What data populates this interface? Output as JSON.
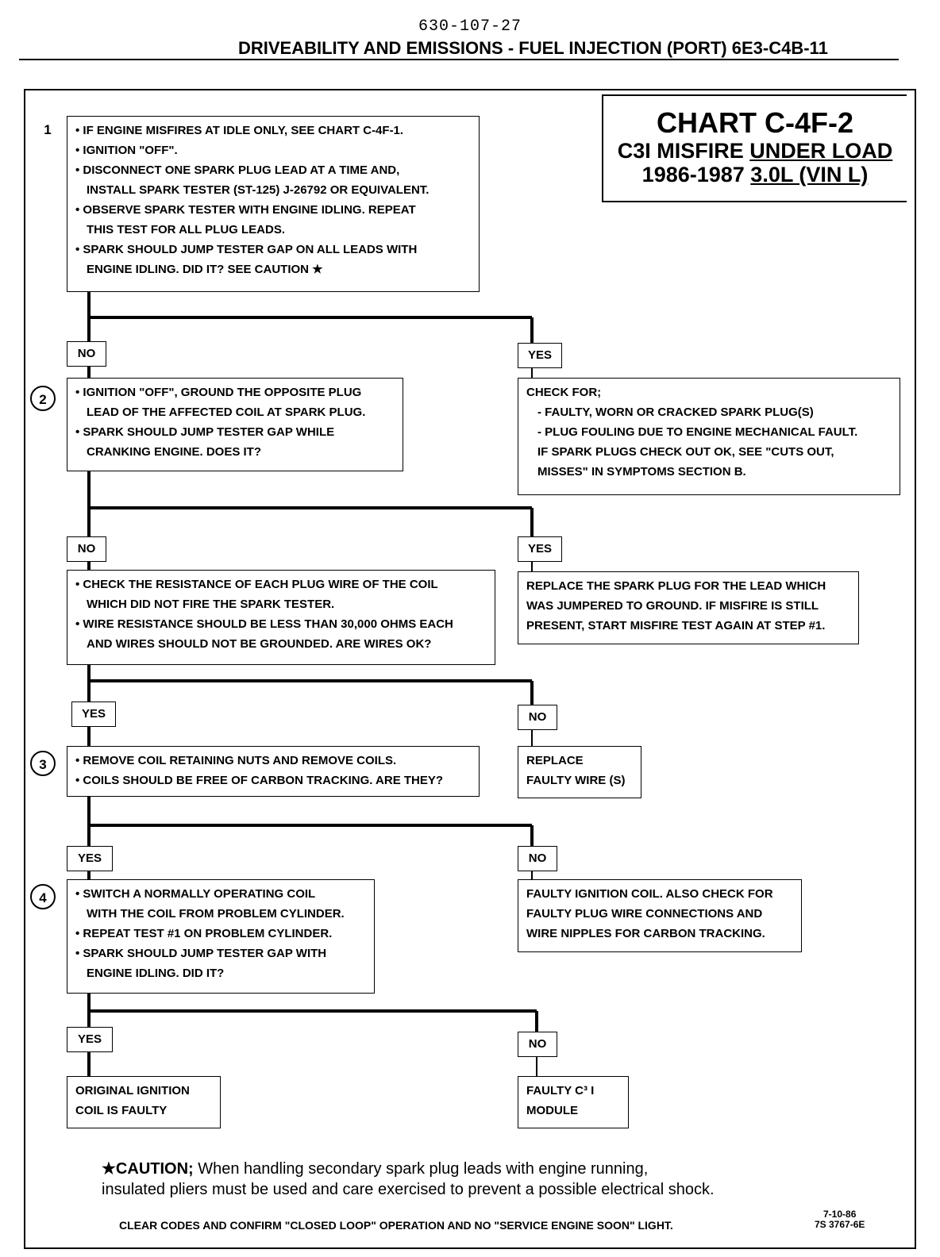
{
  "doc_number": "630-107-27",
  "header": "DRIVEABILITY AND EMISSIONS - FUEL INJECTION (PORT) 6E3-C4B-11",
  "chart": {
    "title": "CHART C-4F-2",
    "subtitle_a": "C3I MISFIRE ",
    "subtitle_b": "UNDER LOAD",
    "years": "1986-1987 ",
    "engine": "3.0L (VIN L)"
  },
  "steps": {
    "s1": {
      "num": "1",
      "lines": [
        "• IF ENGINE MISFIRES AT IDLE ONLY, SEE CHART C-4F-1.",
        "• IGNITION \"OFF\".",
        "• DISCONNECT ONE SPARK PLUG LEAD AT A TIME AND,",
        "INSTALL SPARK TESTER (ST-125) J-26792 OR EQUIVALENT.",
        "• OBSERVE SPARK TESTER WITH ENGINE IDLING. REPEAT",
        "THIS TEST FOR ALL PLUG LEADS.",
        "• SPARK SHOULD JUMP TESTER GAP ON ALL LEADS WITH",
        "ENGINE IDLING. DID IT? SEE CAUTION ★"
      ]
    },
    "s2": {
      "num": "2",
      "lines": [
        "• IGNITION \"OFF\", GROUND THE OPPOSITE PLUG",
        "LEAD OF THE AFFECTED COIL AT SPARK PLUG.",
        "• SPARK SHOULD JUMP TESTER GAP WHILE",
        "CRANKING ENGINE. DOES IT?"
      ]
    },
    "s2b": {
      "lines": [
        "• CHECK THE RESISTANCE OF EACH PLUG WIRE OF THE COIL",
        "WHICH DID NOT FIRE THE SPARK TESTER.",
        "• WIRE RESISTANCE SHOULD BE LESS THAN 30,000 OHMS EACH",
        "AND WIRES SHOULD NOT BE GROUNDED. ARE WIRES OK?"
      ]
    },
    "s3": {
      "num": "3",
      "lines": [
        "• REMOVE COIL RETAINING NUTS AND REMOVE COILS.",
        "• COILS SHOULD BE FREE OF CARBON TRACKING. ARE THEY?"
      ]
    },
    "s4": {
      "num": "4",
      "lines": [
        "• SWITCH A NORMALLY OPERATING COIL",
        "WITH THE COIL FROM PROBLEM CYLINDER.",
        "• REPEAT TEST #1 ON PROBLEM CYLINDER.",
        "• SPARK SHOULD JUMP TESTER GAP WITH",
        "ENGINE IDLING. DID IT?"
      ]
    }
  },
  "results": {
    "r1": [
      "CHECK FOR;",
      "- FAULTY, WORN OR CRACKED SPARK PLUG(S)",
      "- PLUG FOULING DUE TO ENGINE MECHANICAL FAULT.",
      "IF SPARK PLUGS CHECK OUT OK, SEE \"CUTS OUT,",
      "MISSES\" IN SYMPTOMS SECTION B."
    ],
    "r2": [
      "REPLACE THE SPARK PLUG FOR THE LEAD WHICH",
      "WAS JUMPERED TO GROUND. IF MISFIRE IS STILL",
      "PRESENT, START MISFIRE TEST AGAIN AT STEP #1."
    ],
    "r3": [
      "REPLACE",
      "FAULTY WIRE (S)"
    ],
    "r4": [
      "FAULTY IGNITION COIL. ALSO CHECK FOR",
      "FAULTY PLUG WIRE CONNECTIONS AND",
      "WIRE NIPPLES FOR CARBON TRACKING."
    ],
    "r5": [
      "ORIGINAL IGNITION",
      "COIL IS FAULTY"
    ],
    "r6": [
      "FAULTY C³ I",
      "MODULE"
    ]
  },
  "labels": {
    "yes": "YES",
    "no": "NO"
  },
  "caution": {
    "head": "★CAUTION; ",
    "text1": "When handling secondary spark plug leads with engine running,",
    "text2": "insulated pliers must be used and care exercised to prevent a possible electrical shock."
  },
  "footer": "CLEAR CODES AND CONFIRM \"CLOSED LOOP\" OPERATION AND NO \"SERVICE ENGINE SOON\" LIGHT.",
  "code": {
    "line1": "7-10-86",
    "line2": "7S 3767-6E"
  }
}
